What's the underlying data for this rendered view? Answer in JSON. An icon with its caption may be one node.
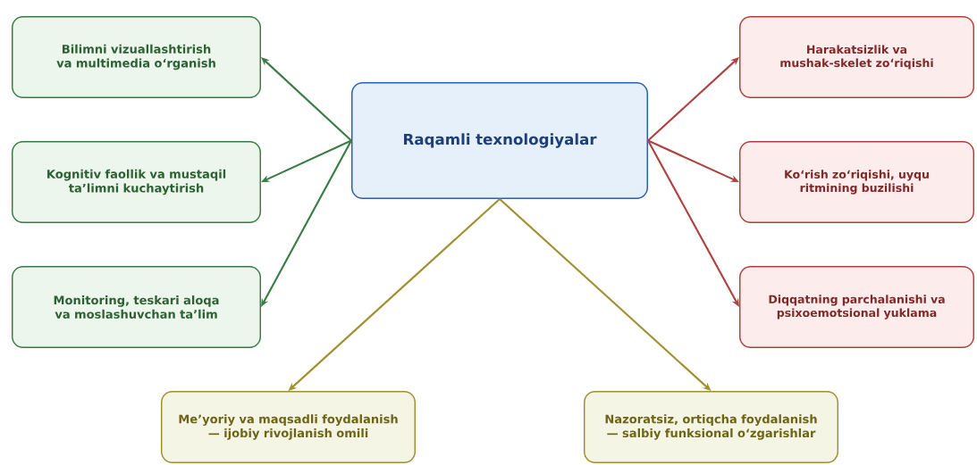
{
  "diagram": {
    "nodes": [
      {
        "text": [
          "Raqamli texnologiyalar"
        ]
      },
      {
        "text": [
          "Bilimni vizuallashtirish va multimedia o‘rganish"
        ]
      },
      {
        "text": [
          "Kognitiv faollik va mustaqil ta’limni kuchaytirish"
        ]
      },
      {
        "text": [
          "Monitoring, teskari aloqa va moslashuvchan ta’lim"
        ]
      },
      {
        "text": [
          "Harakatsizlik va mushak-skelet zo‘riqishi"
        ]
      },
      {
        "text": [
          "Ko‘rish zo‘riqishi, uyqu ritmining buzilishi"
        ]
      },
      {
        "text": [
          "Diqqatning parchalanishi va psixoemotsional yuklama"
        ]
      },
      {
        "text": [
          "Me’yoriy va maqsadli foydalanish — ijobiy rivojlanish omili"
        ]
      },
      {
        "text": [
          "Nazoratsiz, ortiqcha foydalanish — salbiy funksional o‘zgarishlar"
        ]
      }
    ],
    "edges": [
      {
        "from": 0,
        "to": 1,
        "arrow": "to",
        "color": "#3a7d44"
      },
      {
        "from": 0,
        "to": 2,
        "arrow": "to",
        "color": "#3a7d44"
      },
      {
        "from": 0,
        "to": 3,
        "arrow": "to",
        "color": "#3a7d44"
      },
      {
        "from": 0,
        "to": 4,
        "arrow": "to",
        "color": "#b0413e"
      },
      {
        "from": 0,
        "to": 5,
        "arrow": "to",
        "color": "#b0413e"
      },
      {
        "from": 0,
        "to": 6,
        "arrow": "to",
        "color": "#b0413e"
      },
      {
        "from": 0,
        "to": 7,
        "arrow": "to",
        "color": "#a09030"
      },
      {
        "from": 0,
        "to": 8,
        "arrow": "to",
        "color": "#a09030"
      }
    ]
  }
}
